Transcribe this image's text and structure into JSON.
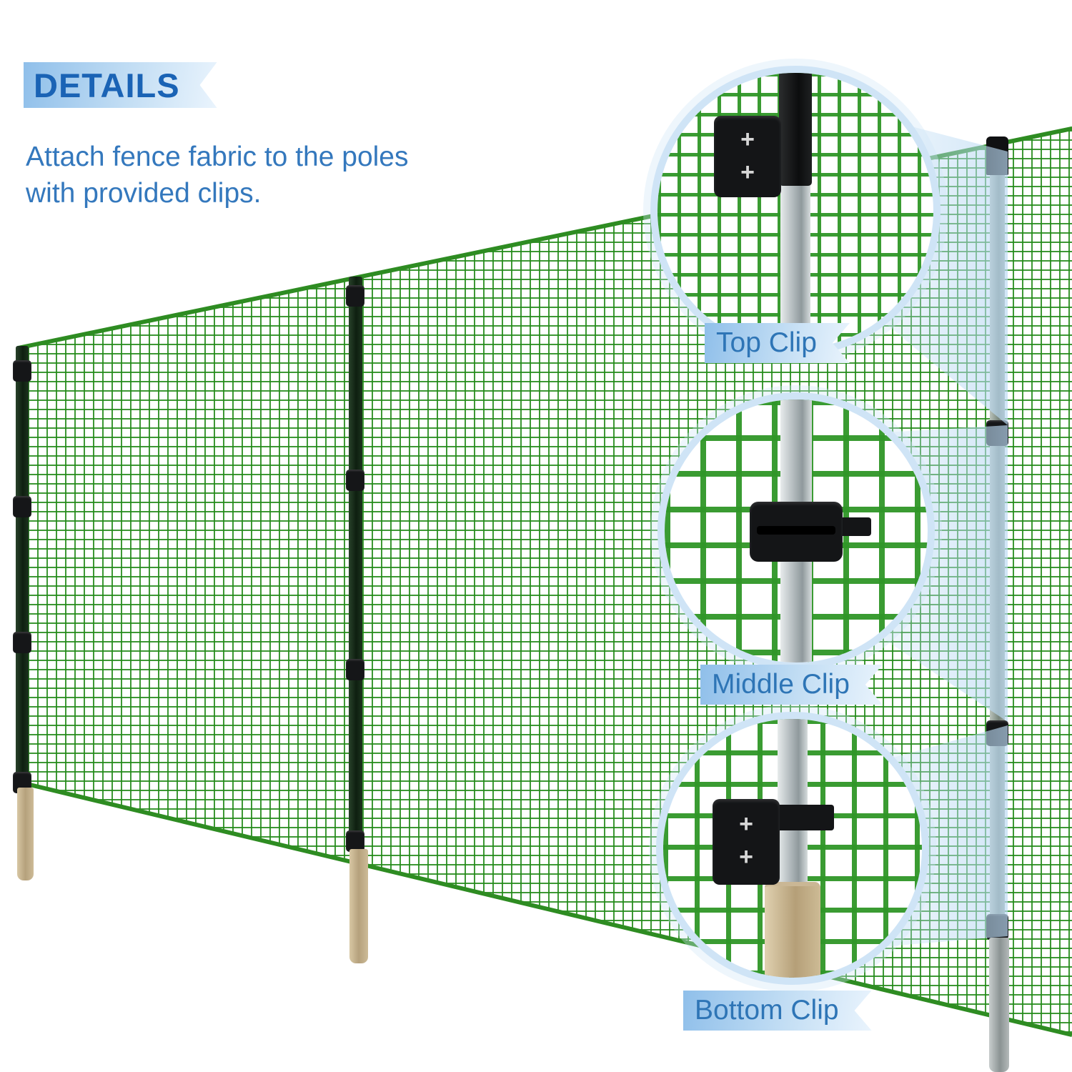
{
  "header": {
    "ribbon": "DETAILS",
    "description_line1": "Attach fence fabric to the poles",
    "description_line2": "with provided clips."
  },
  "callouts": {
    "top": {
      "label": "Top Clip"
    },
    "middle": {
      "label": "Middle Clip"
    },
    "bottom": {
      "label": "Bottom Clip"
    }
  },
  "icons": {
    "screw": "+"
  },
  "colors": {
    "heading_text": "#1a63b5",
    "body_text": "#3478bd",
    "ribbon_gradient_start": "#8fbfea",
    "ribbon_gradient_end": "#eaf4fd",
    "mesh_green": "#268c1c",
    "clip_black": "#141517",
    "pole_dark_green": "#0e1f10",
    "pole_metal_gray": "#aeb6b9",
    "sleeve_tan": "#cdbb97"
  }
}
